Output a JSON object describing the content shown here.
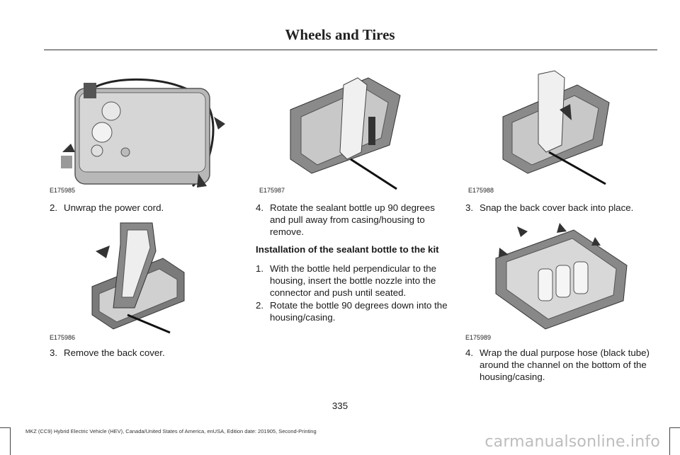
{
  "header": {
    "title": "Wheels and Tires"
  },
  "figures": {
    "f1": {
      "code": "E175985"
    },
    "f2": {
      "code": "E175986"
    },
    "f3": {
      "code": "E175987"
    },
    "f4": {
      "code": "E175988"
    },
    "f5": {
      "code": "E175989"
    }
  },
  "col1": {
    "step2": {
      "num": "2.",
      "text": "Unwrap the power cord."
    },
    "step3": {
      "num": "3.",
      "text": "Remove the back cover."
    }
  },
  "col2": {
    "step4": {
      "num": "4.",
      "text": "Rotate the sealant bottle up 90 degrees and pull away from casing/housing to remove."
    },
    "subheading": "Installation of the sealant bottle to the kit",
    "step1": {
      "num": "1.",
      "text": "With the bottle held perpendicular to the housing, insert the bottle nozzle into the connector and push until seated."
    },
    "step2": {
      "num": "2.",
      "text": "Rotate the bottle 90 degrees down into the housing/casing."
    }
  },
  "col3": {
    "step3": {
      "num": "3.",
      "text": "Snap the back cover back into place."
    },
    "step4": {
      "num": "4.",
      "text": "Wrap the dual purpose hose (black tube) around the channel on the bottom of the housing/casing."
    }
  },
  "footer": {
    "page_number": "335",
    "edition": "MKZ (CC9) Hybrid Electric Vehicle (HEV), Canada/United States of America, enUSA, Edition date: 201905, Second-Printing",
    "watermark": "carmanualsonline.info"
  }
}
